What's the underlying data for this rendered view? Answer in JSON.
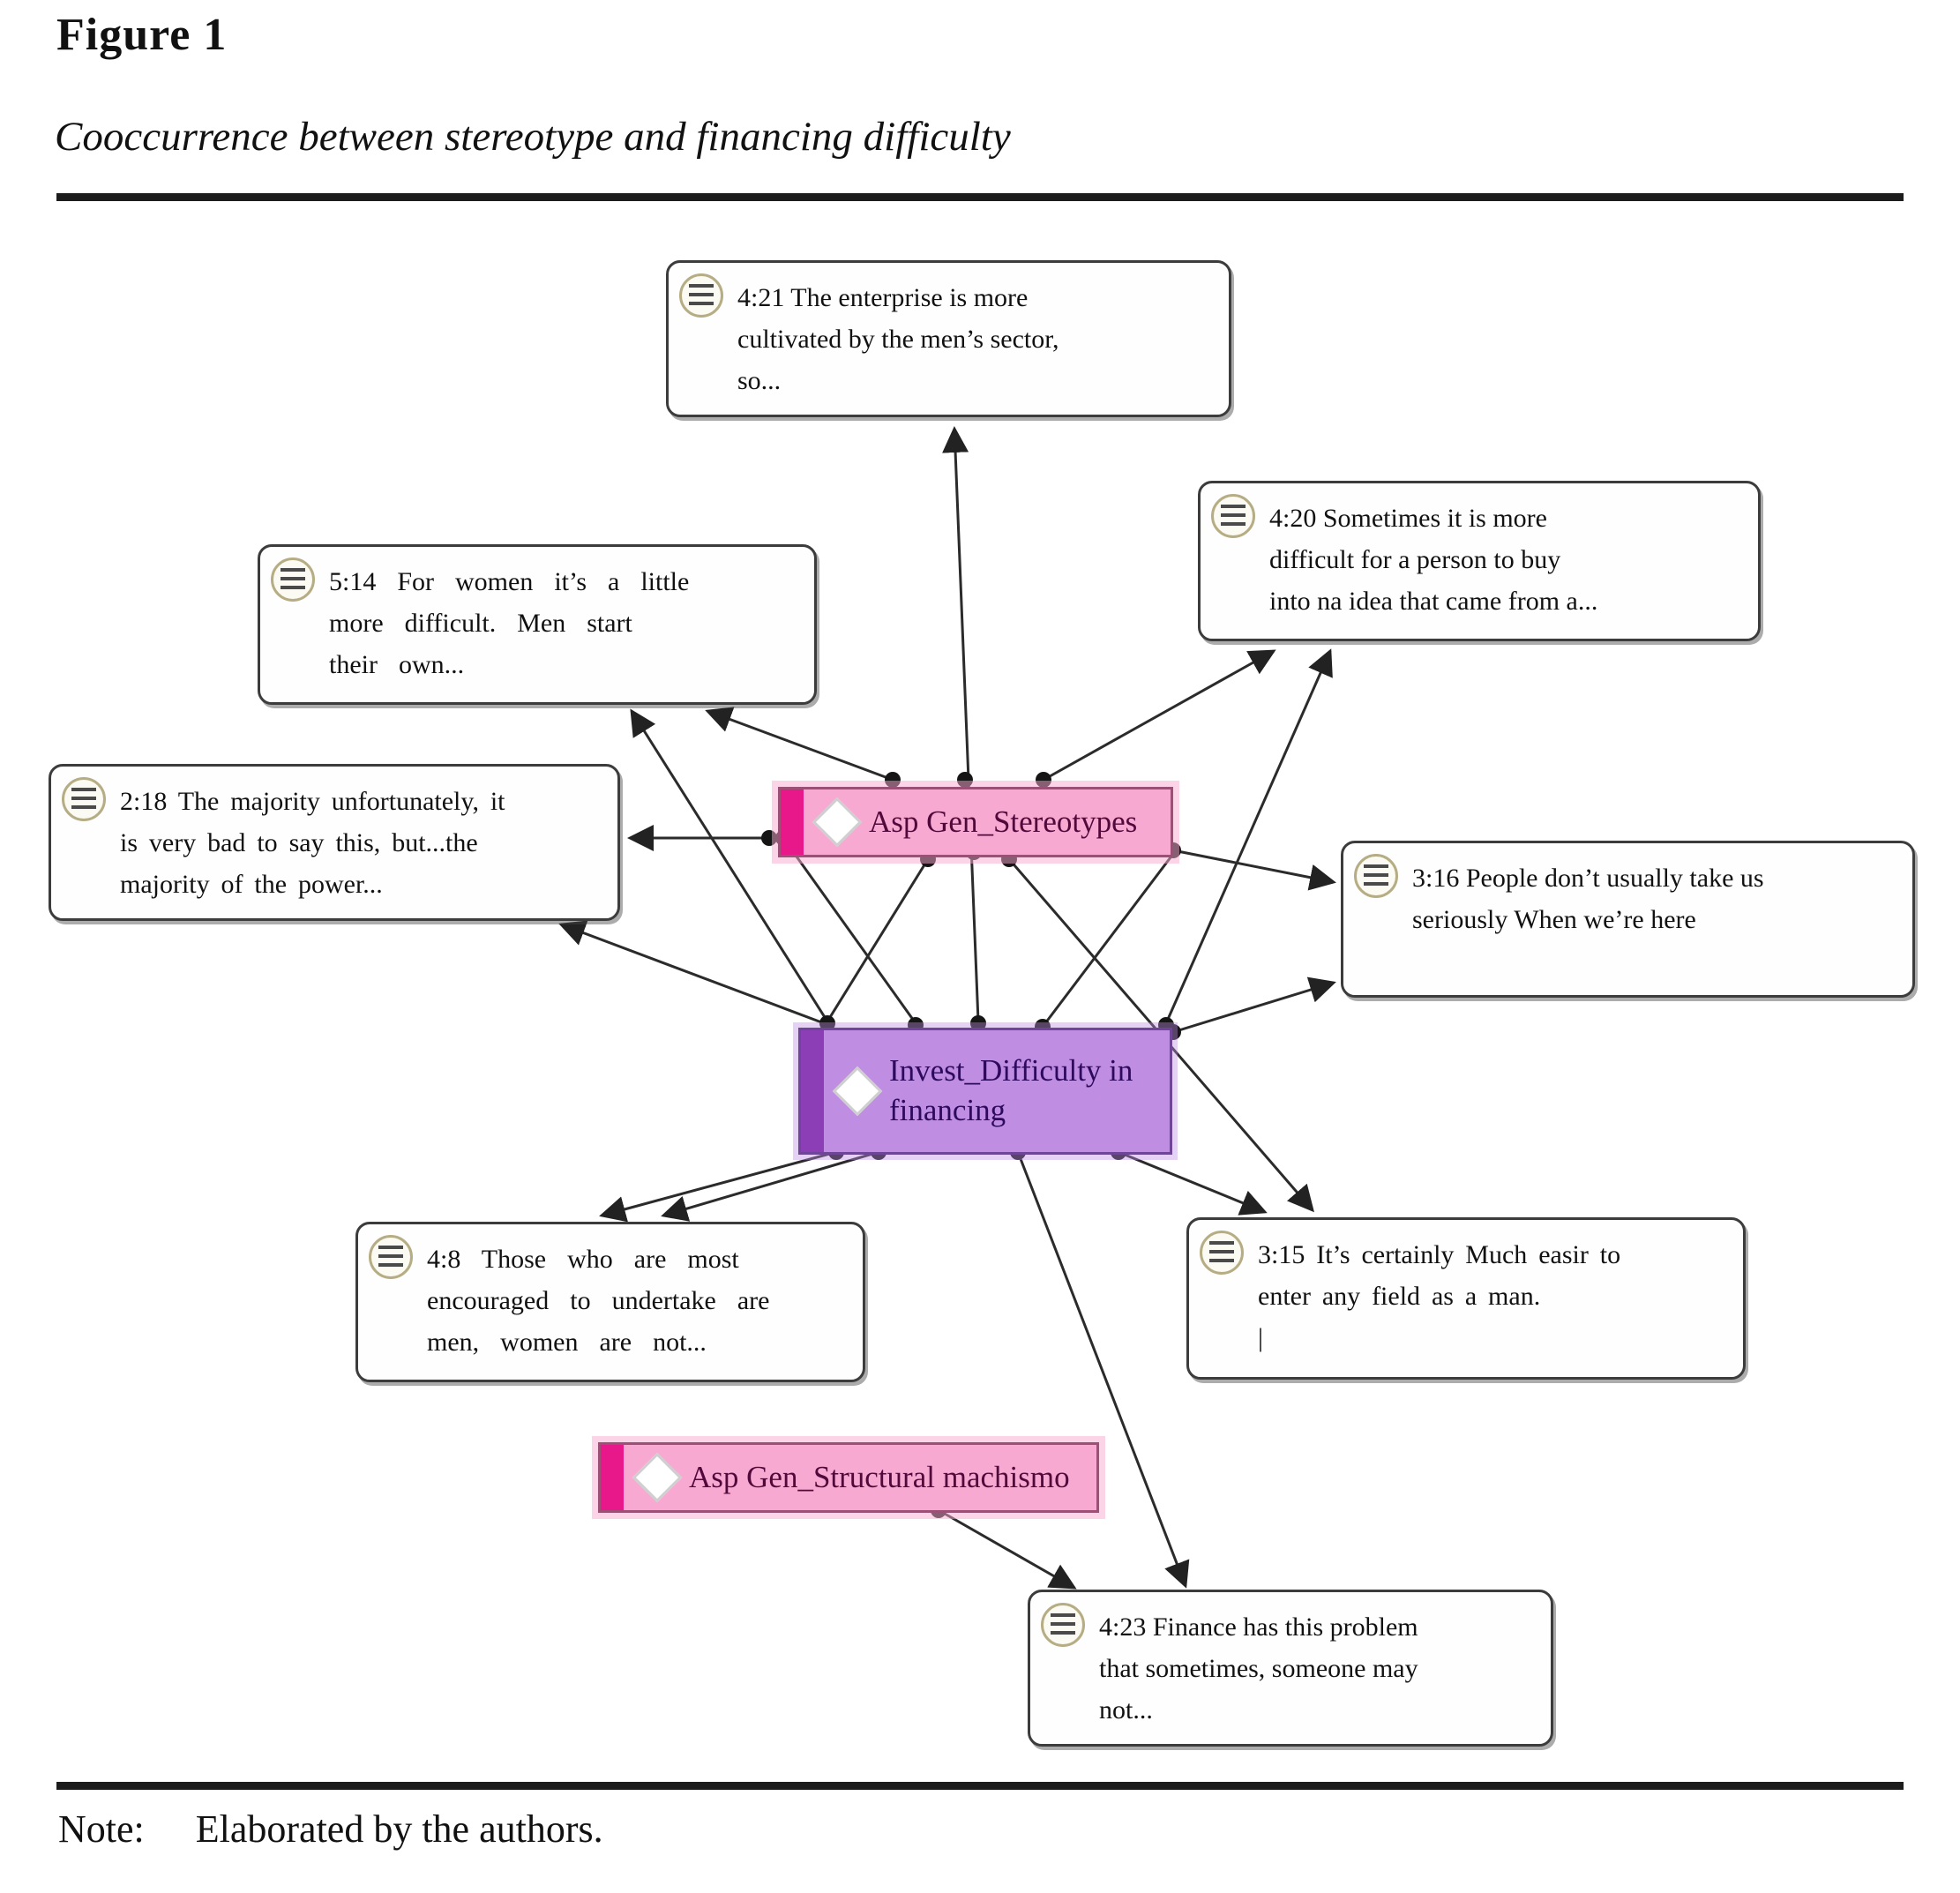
{
  "figure": {
    "label": "Figure 1",
    "caption": "Cooccurrence between stereotype and financing difficulty",
    "note_label": "Note:",
    "note_text": "Elaborated by the authors."
  },
  "colors": {
    "code_pink_fill": "#f8a9d2",
    "code_pink_bar": "#e9188a",
    "code_pink_border": "#9c5076",
    "code_pink_text": "#50093a",
    "code_purple_fill": "#bf8de2",
    "code_purple_bar": "#8c3eb7",
    "code_purple_border": "#6f4697",
    "code_purple_text": "#2e0a5e",
    "quote_border": "#3c3c3c",
    "line_color": "#2b2b2b",
    "icon_ring": "#b6ad85",
    "rule_color": "#1c1c1c"
  },
  "diagram": {
    "codes": {
      "stereotypes": {
        "label": "Asp Gen_Stereotypes"
      },
      "difficulty": {
        "label": "Invest_Difficulty in\nfinancing"
      },
      "machismo": {
        "label": "Asp Gen_Structural machismo"
      }
    },
    "quotes": {
      "q421": {
        "text": "4:21 The enterprise is more\ncultivated by the men’s sector,\nso..."
      },
      "q420": {
        "text": "4:20 Sometimes it is more\ndifficult for a person to buy\ninto na idea that came from a..."
      },
      "q514": {
        "text": "5:14 For women it’s a little\nmore difficult. Men start\ntheir own..."
      },
      "q218": {
        "text": "2:18 The majority unfortunately, it\nis very bad to say this, but...the\nmajority of the power..."
      },
      "q316": {
        "text": "3:16 People don’t usually take us\nseriously When we’re here"
      },
      "q48": {
        "text": "4:8 Those who are most\nencouraged to undertake are\nmen, women are not..."
      },
      "q315": {
        "text": "3:15 It’s certainly Much easir to\nenter any field as a man.\n|"
      },
      "q423": {
        "text": "4:23 Finance has this problem\nthat sometimes, someone may\nnot..."
      }
    }
  }
}
